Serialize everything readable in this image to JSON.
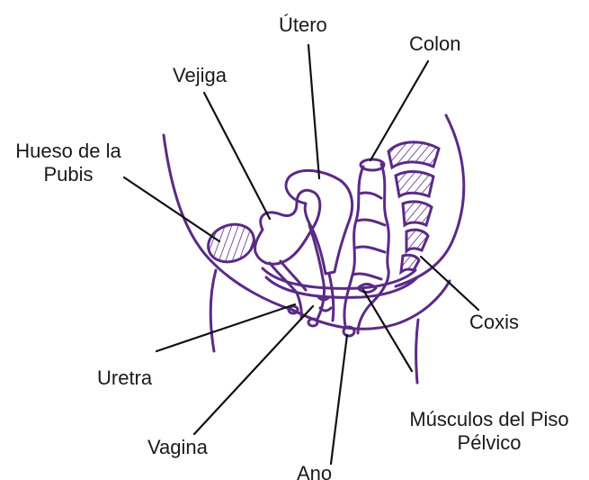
{
  "labels": {
    "utero": "Útero",
    "vejiga": "Vejiga",
    "colon": "Colon",
    "hueso_line1": "Hueso de la",
    "hueso_line2": "Pubis",
    "coxis": "Coxis",
    "uretra": "Uretra",
    "vagina": "Vagina",
    "ano": "Ano",
    "musculos_line1": "Músculos del Piso",
    "musculos_line2": "Pélvico"
  },
  "colors": {
    "anatomy_stroke": "#5b2a86",
    "leader_line": "#111111",
    "text": "#1a1a1a"
  }
}
